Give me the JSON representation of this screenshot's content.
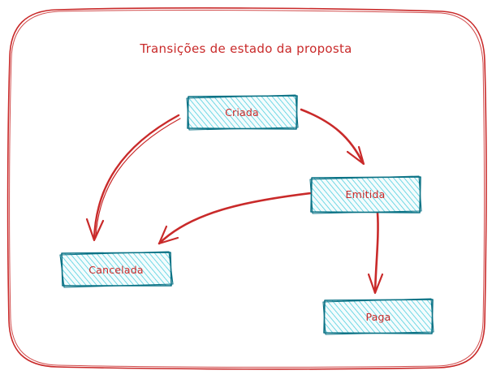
{
  "diagram": {
    "title": "Transições de estado da proposta",
    "colors": {
      "frame": "#c92a2a",
      "arrow": "#c92a2a",
      "node_stroke": "#0b7285",
      "node_hatch": "#3bc9db",
      "text": "#c92a2a"
    },
    "nodes": {
      "criada": "Criada",
      "emitida": "Emitida",
      "cancelada": "Cancelada",
      "paga": "Paga"
    },
    "transitions": [
      {
        "from": "Criada",
        "to": "Emitida"
      },
      {
        "from": "Criada",
        "to": "Cancelada"
      },
      {
        "from": "Emitida",
        "to": "Cancelada"
      },
      {
        "from": "Emitida",
        "to": "Paga"
      }
    ]
  }
}
